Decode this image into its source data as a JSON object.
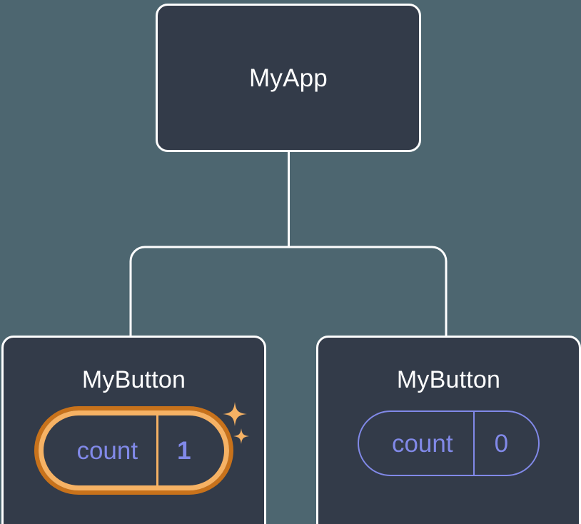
{
  "diagram": {
    "type": "component-tree",
    "title": "MyApp component tree with local state",
    "background_color": "#4d6670",
    "node_fill_color": "#333b49",
    "node_border_color": "#ffffff",
    "edge_color": "#ffffff",
    "state_text_color": "#8189e8",
    "highlight_inner_color": "#f6b264",
    "highlight_outer_color": "#c8721b",
    "root": {
      "label": "MyApp"
    },
    "children": [
      {
        "label": "MyButton",
        "state": {
          "key": "count",
          "value": "1"
        },
        "highlighted": true,
        "sparkle_count": 2
      },
      {
        "label": "MyButton",
        "state": {
          "key": "count",
          "value": "0"
        },
        "highlighted": false,
        "sparkle_count": 0
      }
    ]
  }
}
